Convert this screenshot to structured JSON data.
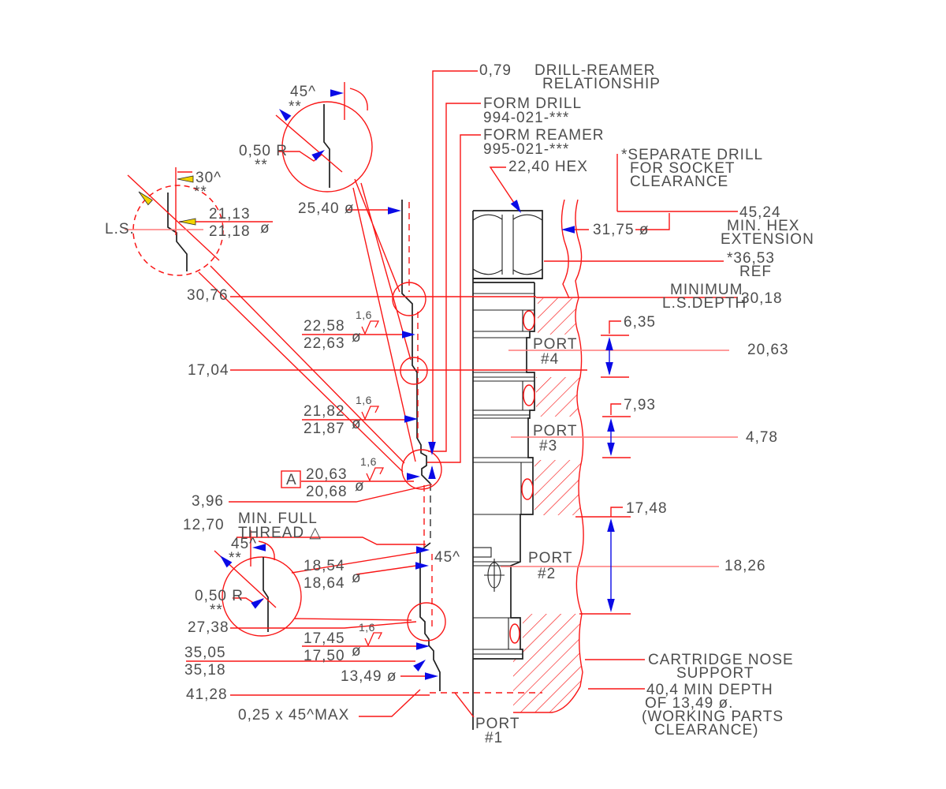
{
  "colors": {
    "leader": "#f91616",
    "outline": "#1f1f1f",
    "text": "#4d4d4d",
    "arrow_blue": "#0a0ae6",
    "arrow_yellow": "#f2d400",
    "hatch": "#f91616"
  },
  "sym": {
    "deg45": "45^",
    "stars": "**",
    "dia": "ø",
    "fin": "1,6",
    "port": "PORT",
    "r050": "0,50 R"
  },
  "top": {
    "rel": "0,79",
    "rel1": "DRILL-REAMER",
    "rel2": "RELATIONSHIP",
    "fd1": "FORM DRILL",
    "fd2": "994-021-***",
    "fr1": "FORM REAMER",
    "fr2": "995-021-***",
    "hex": "22,40 HEX"
  },
  "right": {
    "sep1": "*SEPARATE DRILL",
    "sep2": "FOR SOCKET",
    "sep3": "CLEARANCE",
    "d4524": "45,24",
    "hexext1": "MIN. HEX",
    "hexext2": "EXTENSION",
    "d3175": "31,75 ø",
    "d3653": "*36,53",
    "ref": "REF",
    "min": "MINIMUM",
    "lsdepth": "L.S.DEPTH",
    "d3018": "30,18",
    "d635": "6,35",
    "d2063": "20,63",
    "d793": "7,93",
    "d478": "4,78",
    "d1748": "17,48",
    "d1826": "18,26",
    "nose1": "CARTRIDGE NOSE",
    "nose2": "SUPPORT",
    "dep1": "40,4 MIN DEPTH",
    "dep2": "OF 13,49 ø.",
    "dep3": "(WORKING PARTS",
    "dep4": "CLEARANCE)"
  },
  "ports": {
    "p4": "#4",
    "p3": "#3",
    "p2": "#2",
    "p1": "#1"
  },
  "left": {
    "a30": "30^",
    "ls": "L.S.",
    "d2113": "21,13",
    "d2118": "21,18",
    "d2540": "25,40 ø",
    "d3076": "30,76",
    "d2258": "22,58",
    "d2263": "22,63",
    "d1704": "17,04",
    "d2182": "21,82",
    "d2187": "21,87",
    "datum": "A",
    "d2063": "20,63",
    "d2068": "20,68",
    "d396": "3,96",
    "d1270": "12,70",
    "thr1": "MIN. FULL",
    "thr2": "THREAD △",
    "d1854": "18,54",
    "d1864": "18,64",
    "d2738": "27,38",
    "d1745": "17,45",
    "d1750": "17,50",
    "d3505": "35,05",
    "d3518": "35,18",
    "d1349": "13,49 ø",
    "d4128": "41,28",
    "cham": "0,25 x 45^MAX"
  }
}
